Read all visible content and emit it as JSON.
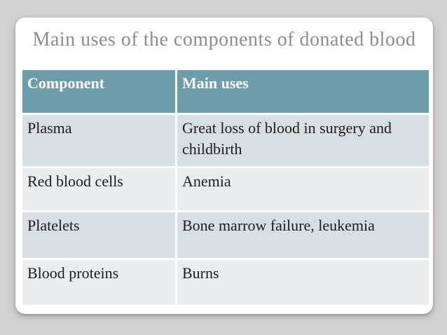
{
  "colors": {
    "page_bg": "#d2d1cf",
    "card_bg": "#ffffff",
    "title": "#8c8c8c",
    "header_bg": "#6d9cab",
    "header_text": "#ffffff",
    "row_dark": "#d8dfe4",
    "row_light": "#e9edf0",
    "body_text": "#1c1c1c"
  },
  "slide": {
    "title": "Main uses of the components of donated blood"
  },
  "table": {
    "columns": [
      {
        "label": "Component"
      },
      {
        "label": "Main uses"
      }
    ],
    "rows": [
      {
        "component": "Plasma",
        "main_uses": "Great loss of blood in surgery and childbirth"
      },
      {
        "component": "Red blood cells",
        "main_uses": "Anemia"
      },
      {
        "component": "Platelets",
        "main_uses": "Bone marrow failure, leukemia"
      },
      {
        "component": "Blood proteins",
        "main_uses": "Burns"
      }
    ]
  }
}
